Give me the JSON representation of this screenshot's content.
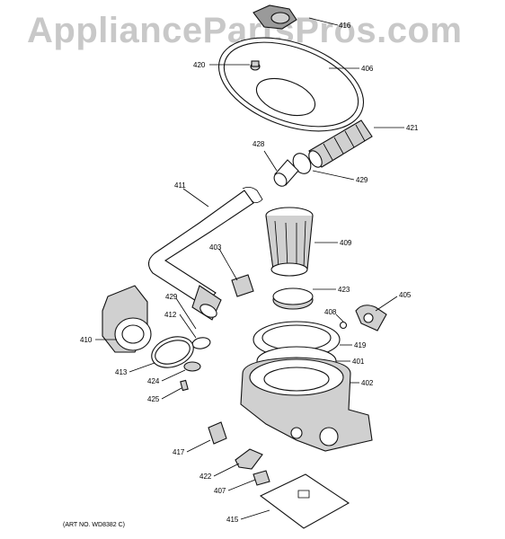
{
  "watermark": "AppliancePartsPros.com",
  "art_number": "(ART NO. WD8382 C)",
  "callouts": [
    {
      "id": "416",
      "label": "416"
    },
    {
      "id": "420",
      "label": "420"
    },
    {
      "id": "406",
      "label": "406"
    },
    {
      "id": "421",
      "label": "421"
    },
    {
      "id": "428",
      "label": "428"
    },
    {
      "id": "429a",
      "label": "429"
    },
    {
      "id": "411",
      "label": "411"
    },
    {
      "id": "409",
      "label": "409"
    },
    {
      "id": "403",
      "label": "403"
    },
    {
      "id": "423",
      "label": "423"
    },
    {
      "id": "405",
      "label": "405"
    },
    {
      "id": "429b",
      "label": "429"
    },
    {
      "id": "408",
      "label": "408"
    },
    {
      "id": "412",
      "label": "412"
    },
    {
      "id": "419",
      "label": "419"
    },
    {
      "id": "410",
      "label": "410"
    },
    {
      "id": "401",
      "label": "401"
    },
    {
      "id": "413",
      "label": "413"
    },
    {
      "id": "402",
      "label": "402"
    },
    {
      "id": "424",
      "label": "424"
    },
    {
      "id": "425",
      "label": "425"
    },
    {
      "id": "417",
      "label": "417"
    },
    {
      "id": "422",
      "label": "422"
    },
    {
      "id": "407",
      "label": "407"
    },
    {
      "id": "415",
      "label": "415"
    }
  ]
}
